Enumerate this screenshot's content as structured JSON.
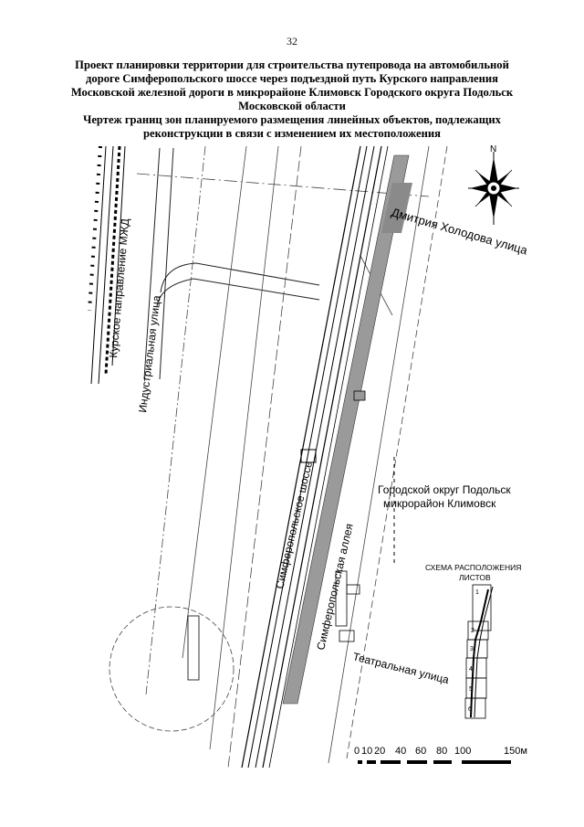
{
  "page_number": "32",
  "title": {
    "lines": [
      "Проект планировки территории для строительства путепровода на автомобильной",
      "дороге Симферопольского шоссе через подъездной путь Курского направления",
      "Московской железной дороги в микрорайоне Климовск Городского округа Подольск",
      "Московской области",
      "Чертеж границ зон планируемого размещения линейных объектов, подлежащих",
      "реконструкции в связи с изменением их местоположения"
    ]
  },
  "map": {
    "labels": {
      "railway": "Курское направление МЖД",
      "industrial_street": "Индустриальная улица",
      "kholodova_street": "Дмитрия Холодова улица",
      "simferopol_highway": "Симферопольское шоссе",
      "simferopol_alley": "Симферопольская аллея",
      "teatralnaya_street": "Театральная улица",
      "district_line1": "Городской округ Подольск",
      "district_line2": "микрорайон Климовск"
    },
    "north_label": "N"
  },
  "sheet_scheme": {
    "title_line1": "СХЕМА РАСПОЛОЖЕНИЯ",
    "title_line2": "ЛИСТОВ",
    "sheets": [
      "1",
      "2",
      "3",
      "4",
      "5",
      "6"
    ]
  },
  "scale_bar": {
    "ticks": [
      "0",
      "10",
      "20",
      "40",
      "60",
      "80",
      "100",
      "150м"
    ]
  }
}
